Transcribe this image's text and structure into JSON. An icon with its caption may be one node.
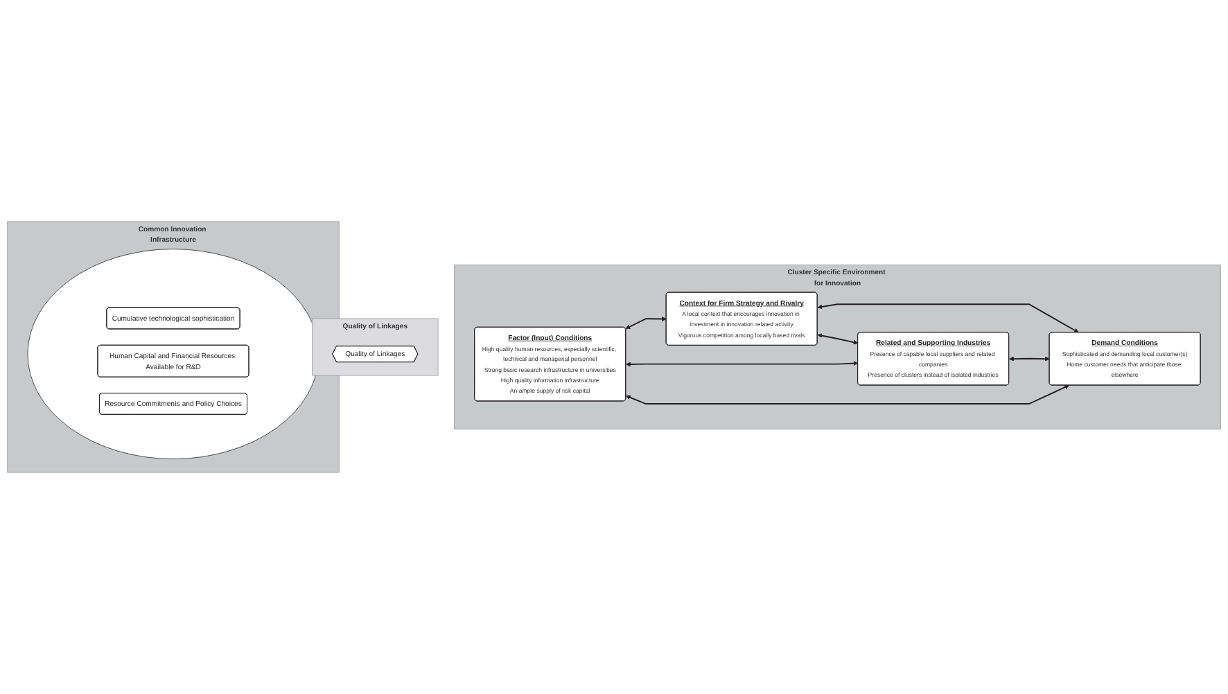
{
  "diagram": {
    "nodes": [
      {
        "text": [
          "Common Innovation Infrastructure"
        ]
      },
      {
        "text": [],
        "shape": "oval",
        "in": 0
      },
      {
        "text": [
          "Cumulative technological sophistication"
        ],
        "in": 1
      },
      {
        "text": [
          "Human Capital and Financial Resources Available for R&D"
        ],
        "in": 1
      },
      {
        "text": [
          "Resource Commitments and Policy Choices"
        ],
        "in": 1
      },
      {
        "text": [
          "Quality of Linkages"
        ]
      },
      {
        "text": [
          "Quality of Linkages"
        ],
        "in": 5
      },
      {
        "text": [
          "Cluster Specific Environment for Innovation"
        ]
      },
      {
        "text": [
          "Context for Firm Strategy and Rivalry",
          "A local context that encourages innovation in investment in innovation related activity",
          "Vigorous competition among locally based rivals"
        ],
        "in": 7
      },
      {
        "text": [
          "Factor (Input) Conditions",
          "High quality human resources, especially scientific, technical and managerial personnel",
          "Strong basic research infrastructure in universities",
          "High quality information infrastructure",
          "An ample supply of risk capital"
        ],
        "in": 7
      },
      {
        "text": [
          "Demand Conditions",
          "Sophisticated and demanding local customer(s)",
          "Home customer needs that anticipate those elsewhere"
        ],
        "in": 7
      },
      {
        "text": [
          "Related and Supporting Industries",
          "Presence of capable local suppliers and related companies",
          "Presence of clusters instead of isolated industries"
        ],
        "in": 7
      }
    ],
    "edges": [
      {
        "from": 9,
        "to": 8,
        "arrow": "both"
      },
      {
        "from": 8,
        "to": 10,
        "arrow": "both"
      },
      {
        "from": 11,
        "to": 10,
        "arrow": "both"
      },
      {
        "from": 9,
        "to": 11,
        "arrow": "both"
      },
      {
        "from": 9,
        "to": 10,
        "arrow": "both"
      },
      {
        "from": 8,
        "to": 11,
        "arrow": "both"
      }
    ]
  }
}
